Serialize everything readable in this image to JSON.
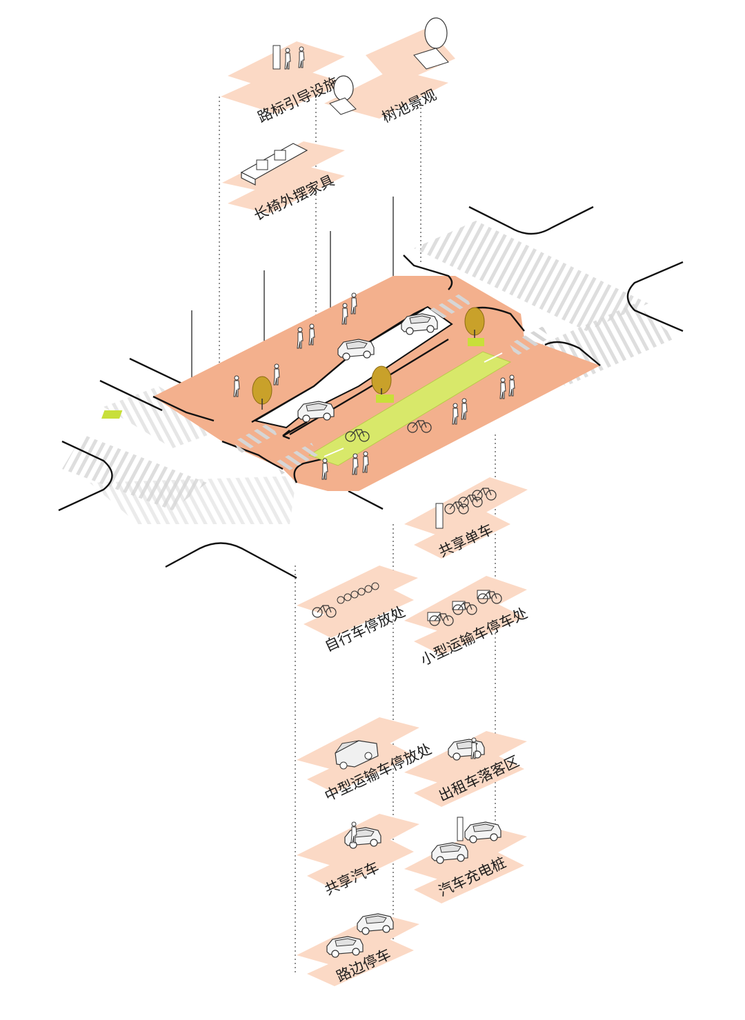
{
  "diagram": {
    "upper_labels": {
      "signage": "路标引导设施",
      "tree_pit": "树池景观",
      "bench": "长椅外摆家具"
    },
    "lower_labels": {
      "shared_bike": "共享单车",
      "bike_parking": "自行车停放处",
      "small_transport": "小型运输车停车处",
      "medium_transport": "中型运输车停放处",
      "taxi": "出租车落客区",
      "shared_car": "共享汽车",
      "ev_charging": "汽车充电桩",
      "street_parking": "路边停车"
    },
    "colors": {
      "sidewalk": "#f3b08d",
      "label_pad": "#fbd9c5",
      "bike_lane": "#d8e86a",
      "tree": "#c9a12a",
      "tree_base": "#c8df3a",
      "crosswalk": "#d0d0d0"
    },
    "icons": [
      "signpost-icon",
      "pedestrian-icon",
      "tree-icon",
      "bench-icon",
      "bicycle-icon",
      "bike-rack-icon",
      "cargo-bike-icon",
      "delivery-truck-icon",
      "car-icon",
      "charging-station-icon",
      "arrow-icon"
    ]
  }
}
